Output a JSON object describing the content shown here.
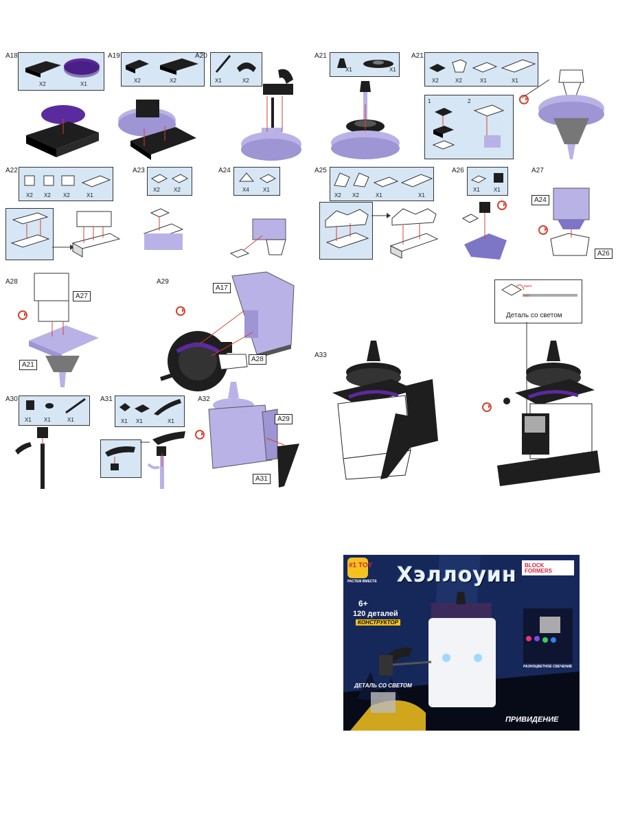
{
  "steps": [
    {
      "id": "A18",
      "label": "A18",
      "parts": [
        "X2",
        "X1"
      ]
    },
    {
      "id": "A19",
      "label": "A19",
      "parts": [
        "X2",
        "X2"
      ]
    },
    {
      "id": "A20",
      "label": "A20",
      "parts": [
        "X1",
        "X2"
      ]
    },
    {
      "id": "A21a",
      "label": "A21",
      "parts": [
        "X1",
        "X1"
      ]
    },
    {
      "id": "A21b",
      "label": "A21",
      "parts": [
        "X2",
        "X2",
        "X1",
        "X1"
      ]
    },
    {
      "id": "A22",
      "label": "A22",
      "parts": [
        "X2",
        "X2",
        "X2",
        "X1"
      ]
    },
    {
      "id": "A23",
      "label": "A23",
      "parts": [
        "X2",
        "X2"
      ]
    },
    {
      "id": "A24",
      "label": "A24",
      "parts": [
        "X4",
        "X1"
      ]
    },
    {
      "id": "A25",
      "label": "A25",
      "parts": [
        "X2",
        "X2",
        "X1",
        "X1"
      ]
    },
    {
      "id": "A26",
      "label": "A26",
      "parts": [
        "X1",
        "X1"
      ]
    },
    {
      "id": "A27",
      "label": "A27",
      "parts": []
    },
    {
      "id": "A28",
      "label": "A28",
      "parts": []
    },
    {
      "id": "A29",
      "label": "A29",
      "parts": []
    },
    {
      "id": "A30",
      "label": "A30",
      "parts": [
        "X1",
        "X1",
        "X1"
      ]
    },
    {
      "id": "A31",
      "label": "A31",
      "parts": [
        "X1",
        "X1",
        "X1"
      ]
    },
    {
      "id": "A32",
      "label": "A32",
      "parts": []
    },
    {
      "id": "A33",
      "label": "A33",
      "parts": []
    }
  ],
  "substeps": {
    "one": "1",
    "two": "2"
  },
  "callouts": {
    "a27_a24": "A24",
    "a27_a26": "A26",
    "a28_a27": "A27",
    "a28_a21": "A21",
    "a29_a17": "A17",
    "a29_a28": "A28",
    "a32_a29": "A29",
    "a32_a31": "A31"
  },
  "light_part": {
    "caption": "Деталь со светом",
    "off": "выкл.",
    "on": "вкл."
  },
  "package": {
    "title": "Хэллоуин",
    "brand": "BLOCK FORMERS",
    "brand_logo": "#1 TOY",
    "brand_slogan": "РАСТЕМ ВМЕСТЕ",
    "age": "6+",
    "pieces": "120 деталей",
    "type": "КОНСТРУКТОР",
    "light_part": "ДЕТАЛЬ СО СВЕТОМ",
    "multicolor": "РАЗНОЦВЕТНОЕ СВЕЧЕНИЕ",
    "model_name": "ПРИВИДЕНИЕ"
  },
  "colors": {
    "parts_bg": "#d6e6f4",
    "black_brick": "#1e1e1e",
    "purple_brick": "#5b2a9e",
    "lavender": "#b9b2e6",
    "arrow": "#d64030",
    "package_bg": "#111f4a",
    "package_accent": "#f3c21f"
  }
}
